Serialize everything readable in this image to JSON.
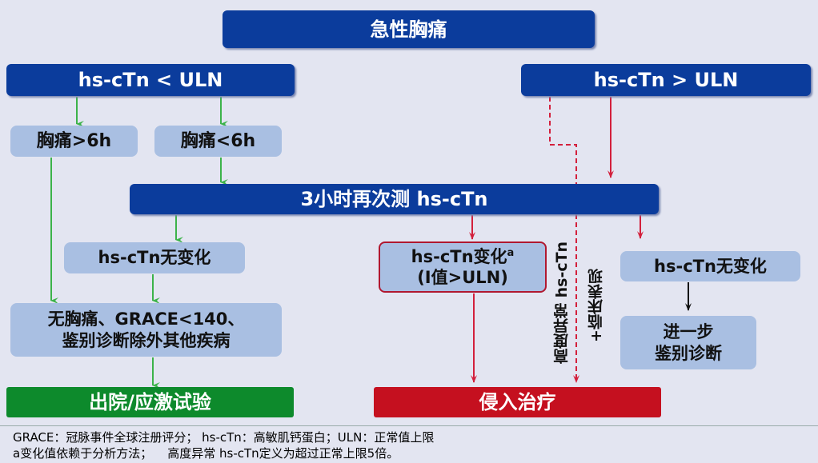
{
  "title": "急性胸痛",
  "low": "hs-cTn < ULN",
  "high": "hs-cTn > ULN",
  "pain_gt6": "胸痛>6h",
  "pain_lt6": "胸痛<6h",
  "retest": "3小时再次测 hs-cTn",
  "nochange_left": "hs-cTn无变化",
  "change_line1": "hs-cTn变化",
  "change_sup": "a",
  "change_line2": "(I值>ULN)",
  "nochange_right": "hs-cTn无变化",
  "criteria_line1": "无胸痛、GRACE<140、",
  "criteria_line2": "鉴别诊断除外其他疾病",
  "further_line1": "进一步",
  "further_line2": "鉴别诊断",
  "discharge": "出院/应激试验",
  "invasive": "侵入治疗",
  "vertical1": "高度异常 hs-cTn",
  "vertical2": "+临床表现",
  "footer_line1": "GRACE：冠脉事件全球注册评分； hs-cTn：高敏肌钙蛋白；ULN：正常值上限",
  "footer_line2": "a变化值依赖于分析方法；    高度异常 hs-cTn定义为超过正常上限5倍。",
  "colors": {
    "dark": "#0b3c9c",
    "light": "#a9bfe2",
    "green": "#0d8a2c",
    "red": "#c5101f",
    "arrow_green": "#3cb34a",
    "arrow_red": "#d3203c"
  }
}
